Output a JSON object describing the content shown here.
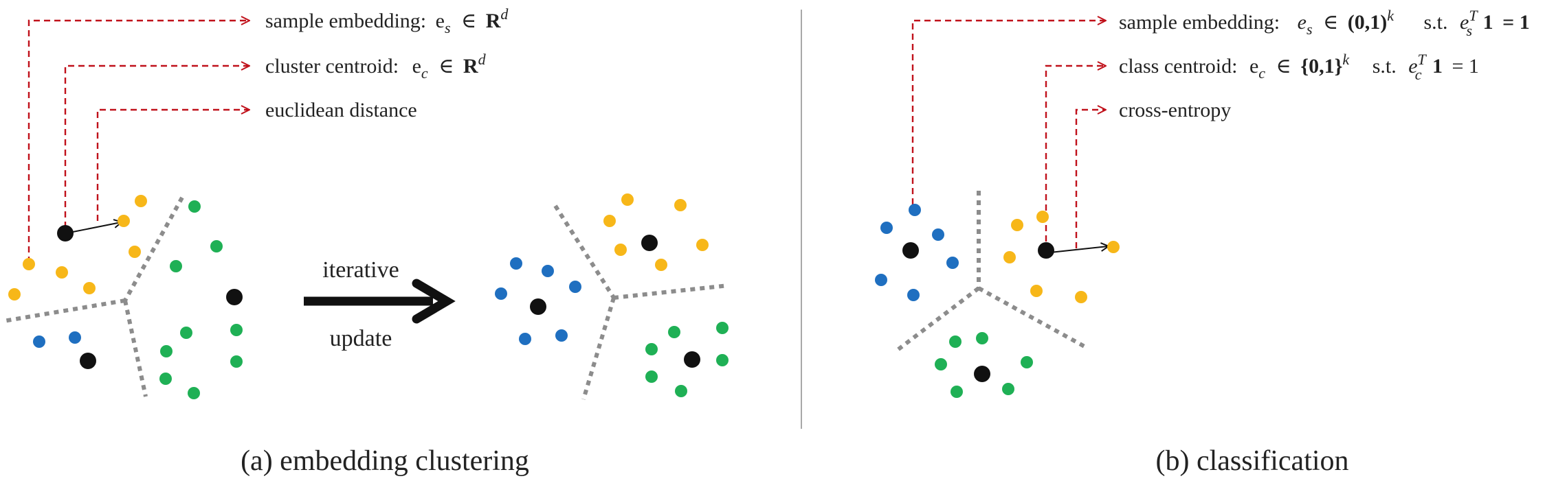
{
  "colors": {
    "blue": "#1f6fc0",
    "yellow": "#f7b719",
    "green": "#1fb055",
    "black": "#111111",
    "guide": "#c0101a",
    "boundary": "#8c8c8c",
    "divider": "#a8a8a8",
    "text": "#222222"
  },
  "panel_a": {
    "caption": "(a) embedding clustering",
    "labels": {
      "sample_prefix": "sample embedding:",
      "e": "e",
      "s": "s",
      "in": "∈",
      "R": "R",
      "d": "d",
      "cluster_prefix": "cluster centroid:",
      "c": "c",
      "distance": "euclidean distance"
    },
    "arrow_label_top": "iterative",
    "arrow_label_bottom": "update"
  },
  "panel_b": {
    "caption": "(b) classification",
    "labels": {
      "sample_prefix": "sample embedding:",
      "e": "e",
      "s": "s",
      "in": "∈",
      "open_interval": "(0,1)",
      "k": "k",
      "st": "s.t.",
      "T": "T",
      "one": "1",
      "eq_one": "= 1",
      "class_prefix": "class centroid:",
      "c": "c",
      "set01": "{0,1}",
      "loss": "cross-entropy"
    }
  }
}
